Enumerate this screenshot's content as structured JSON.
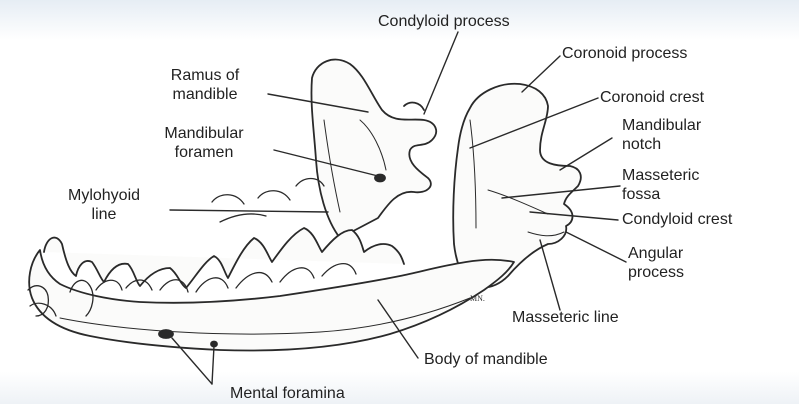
{
  "diagram": {
    "colors": {
      "background": "#ffffff",
      "line": "#2a2a2a",
      "bone_fill": "#fbfbfa",
      "shade": "#cfcfcf"
    },
    "labels": {
      "condyloid_process": "Condyloid process",
      "coronoid_process": "Coronoid process",
      "ramus_line1": "Ramus of",
      "ramus_line2": "mandible",
      "coronoid_crest": "Coronoid crest",
      "mandibular_foramen_line1": "Mandibular",
      "mandibular_foramen_line2": "foramen",
      "mandibular_notch_line1": "Mandibular",
      "mandibular_notch_line2": "notch",
      "mylohyoid_line1": "Mylohyoid",
      "mylohyoid_line2": "line",
      "masseteric_fossa_line1": "Masseteric",
      "masseteric_fossa_line2": "fossa",
      "condyloid_crest": "Condyloid crest",
      "angular_process_line1": "Angular",
      "angular_process_line2": "process",
      "masseteric_line": "Masseteric line",
      "body_of_mandible": "Body of mandible",
      "mental_foramina": "Mental foramina"
    },
    "artist_initials": "MN."
  }
}
